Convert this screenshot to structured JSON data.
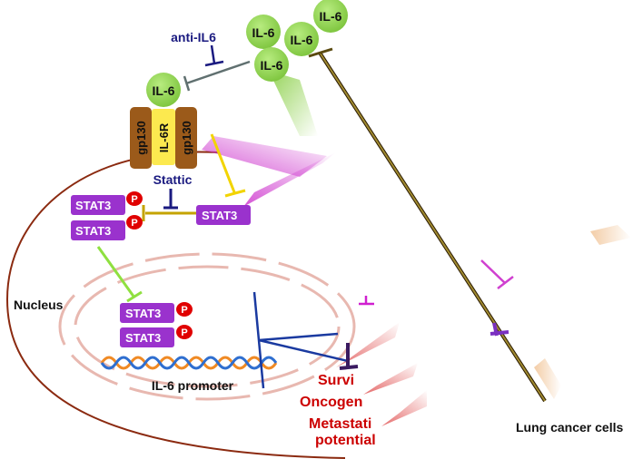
{
  "ligands": {
    "il6": "IL-6"
  },
  "inhibitors": {
    "anti_il6": "anti-IL6",
    "stattic": "Stattic"
  },
  "receptor": {
    "gp130_left": "gp130",
    "il6r": "IL-6R",
    "gp130_right": "gp130"
  },
  "proteins": {
    "stat3": "STAT3",
    "phospho": "P"
  },
  "nucleus": {
    "label": "Nucleus",
    "promoter": "IL-6 promoter"
  },
  "outcomes": {
    "survival": "Survi",
    "oncogenesis": "Oncogen",
    "metastatic_1": "Metastati",
    "metastatic_2": "potential"
  },
  "cell_label": "Lung cancer cells",
  "colors": {
    "il6_green": "#8fd14f",
    "gp130_brown": "#9b5a1a",
    "il6r_yellow": "#fce94f",
    "stat3_purple": "#9a32cd",
    "phospho_red": "#e00000",
    "inhibitor_navy": "#1a1a80",
    "membrane": "#8b2a10",
    "outcome_red": "#cc0000"
  }
}
